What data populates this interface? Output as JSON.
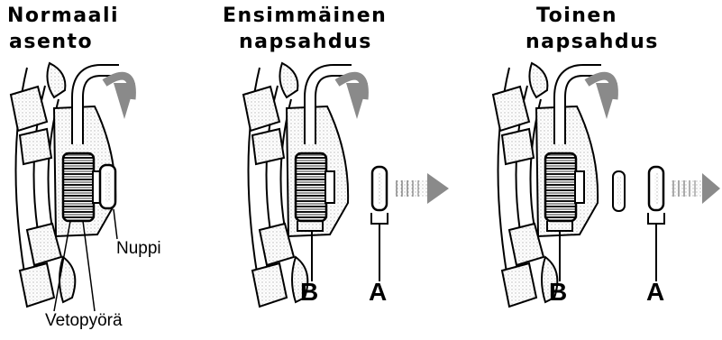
{
  "panels": [
    {
      "title_line1": "Normaali",
      "title_line2": "asento"
    },
    {
      "title_line1": "Ensimmäinen",
      "title_line2": "napsahdus"
    },
    {
      "title_line1": "Toinen",
      "title_line2": "napsahdus"
    }
  ],
  "labels": {
    "knob": "Nuppi",
    "wheel": "Vetopyörä",
    "a": "A",
    "b": "B"
  },
  "colors": {
    "ink": "#000000",
    "arrow_gray": "#8a8a8a",
    "hatch": "#9a9a9a"
  }
}
